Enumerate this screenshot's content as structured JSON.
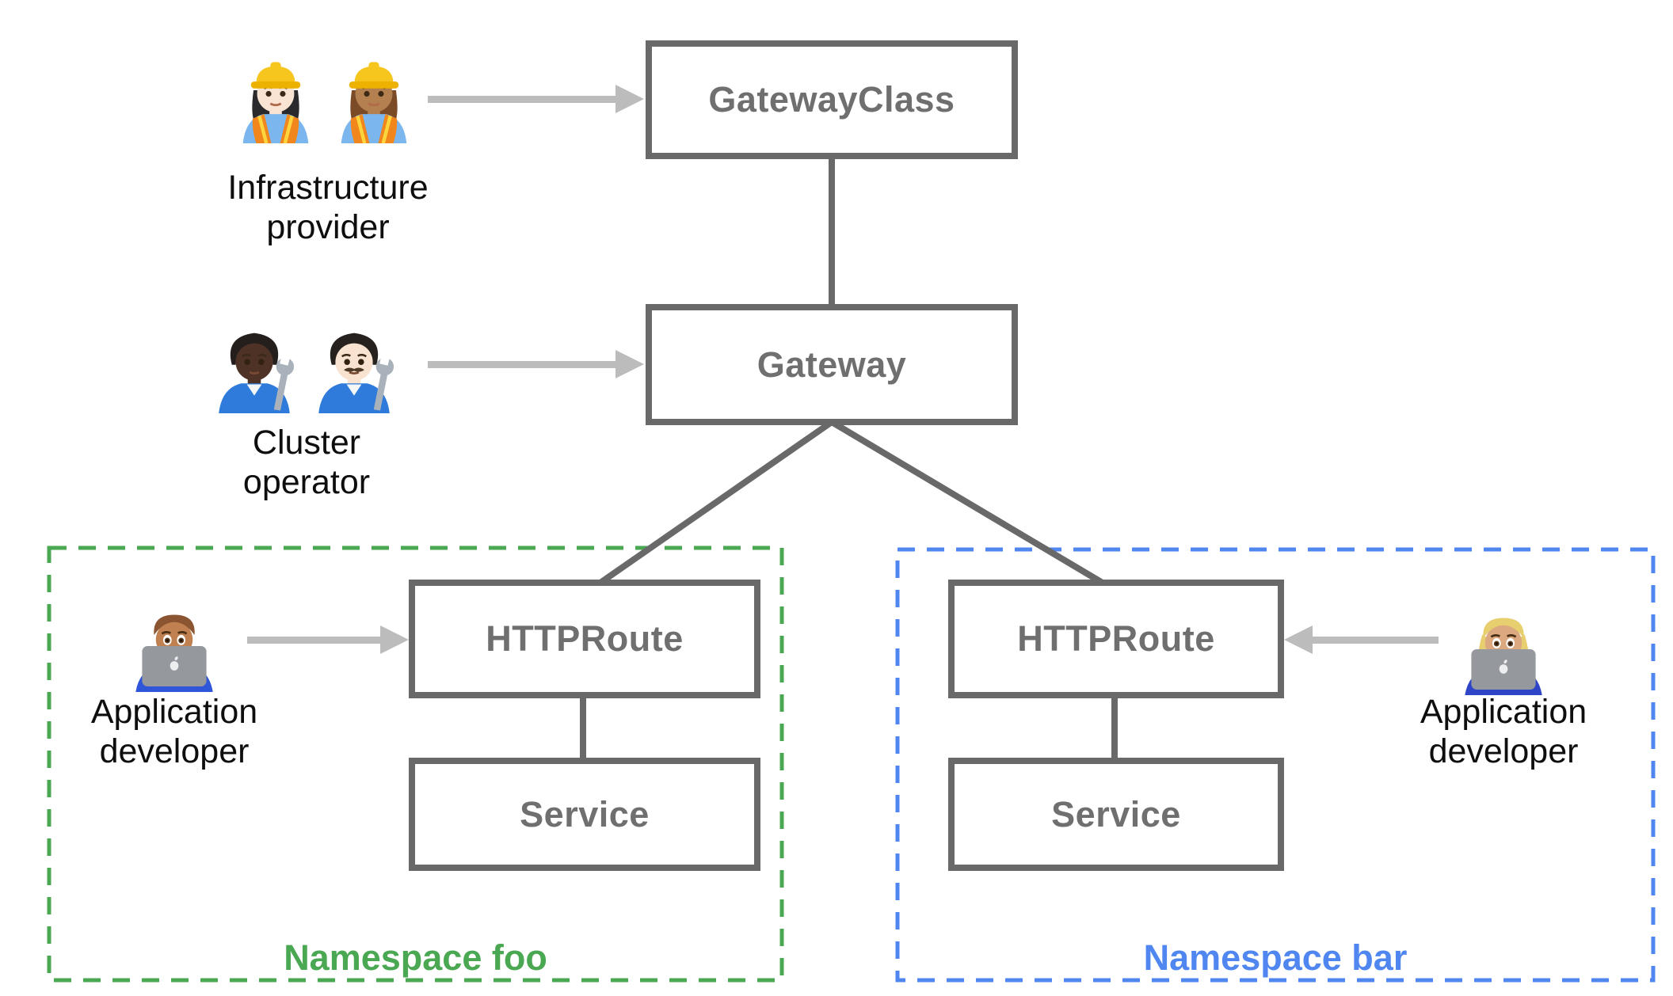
{
  "nodes": {
    "gatewayclass": "GatewayClass",
    "gateway": "Gateway",
    "httproute_foo": "HTTPRoute",
    "service_foo": "Service",
    "httproute_bar": "HTTPRoute",
    "service_bar": "Service"
  },
  "actors": {
    "infrastructure_provider": {
      "label": "Infrastructure provider",
      "icons": [
        "woman-construction-worker-light-icon",
        "woman-construction-worker-medium-icon"
      ]
    },
    "cluster_operator": {
      "label": "Cluster operator",
      "icons": [
        "person-mechanic-dark-icon",
        "man-mechanic-light-icon"
      ]
    },
    "app_developer_foo": {
      "label": "Application developer",
      "icons": [
        "man-technologist-icon"
      ]
    },
    "app_developer_bar": {
      "label": "Application developer",
      "icons": [
        "woman-technologist-icon"
      ]
    }
  },
  "namespaces": {
    "foo": {
      "label": "Namespace foo",
      "accent_color": "#4aa752"
    },
    "bar": {
      "label": "Namespace bar",
      "accent_color": "#4f86f0"
    }
  },
  "edges": [
    {
      "from": "gatewayclass",
      "to": "gateway",
      "style": "line"
    },
    {
      "from": "gateway",
      "to": "httproute_foo",
      "style": "line"
    },
    {
      "from": "gateway",
      "to": "httproute_bar",
      "style": "line"
    },
    {
      "from": "httproute_foo",
      "to": "service_foo",
      "style": "line"
    },
    {
      "from": "httproute_bar",
      "to": "service_bar",
      "style": "line"
    },
    {
      "from": "infrastructure_provider",
      "to": "gatewayclass",
      "style": "arrow"
    },
    {
      "from": "cluster_operator",
      "to": "gateway",
      "style": "arrow"
    },
    {
      "from": "app_developer_foo",
      "to": "httproute_foo",
      "style": "arrow"
    },
    {
      "from": "app_developer_bar",
      "to": "httproute_bar",
      "style": "arrow"
    }
  ],
  "colors": {
    "background": "#ffffff",
    "node_border": "#696969",
    "node_label": "#6f6f6f",
    "connector": "#696969",
    "arrow": "#bcbcbc",
    "actor_label": "#0e0e0e",
    "namespace_foo": "#4aa752",
    "namespace_bar": "#4f86f0"
  }
}
